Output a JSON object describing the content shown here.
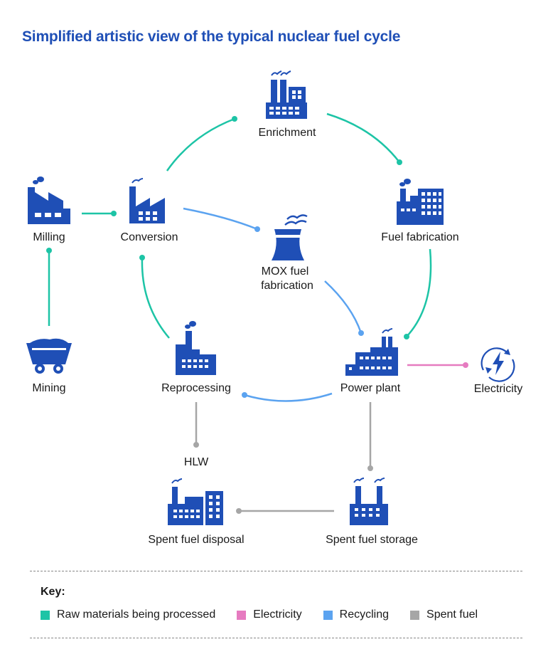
{
  "title": "Simplified artistic view of the typical nuclear fuel cycle",
  "nodes": {
    "enrichment": "Enrichment",
    "milling": "Milling",
    "conversion": "Conversion",
    "fuel_fabrication": "Fuel fabrication",
    "mox_line1": "MOX fuel",
    "mox_line2": "fabrication",
    "mining": "Mining",
    "reprocessing": "Reprocessing",
    "power_plant": "Power plant",
    "electricity": "Electricity",
    "hlw": "HLW",
    "spent_fuel_disposal": "Spent fuel disposal",
    "spent_fuel_storage": "Spent fuel storage"
  },
  "key": {
    "title": "Key:",
    "items": [
      {
        "label": "Raw materials being processed",
        "color": "#1dc4a6"
      },
      {
        "label": "Electricity",
        "color": "#e67bc0"
      },
      {
        "label": "Recycling",
        "color": "#5ba3f0"
      },
      {
        "label": "Spent fuel",
        "color": "#a6a6a6"
      }
    ]
  },
  "colors": {
    "icon": "#1f4fb6",
    "raw": "#1dc4a6",
    "electricity": "#e67bc0",
    "recycling": "#5ba3f0",
    "spent": "#a6a6a6"
  }
}
